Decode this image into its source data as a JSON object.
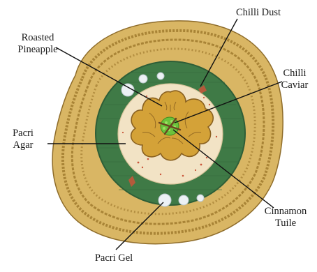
{
  "labels": {
    "chilli_dust": "Chilli Dust",
    "roasted_pineapple_1": "Roasted",
    "roasted_pineapple_2": "Pineapple",
    "chilli_caviar_1": "Chilli",
    "chilli_caviar_2": "Caviar",
    "pacri_agar_1": "Pacri",
    "pacri_agar_2": "Agar",
    "cinnamon_tuile_1": "Cinnamon",
    "cinnamon_tuile_2": "Tuile",
    "pacri_gel": "Pacri Gel"
  },
  "colors": {
    "plate": "#d9b664",
    "plate_dark": "#a98436",
    "leaf": "#3f7a46",
    "leaf_dark": "#2e5e37",
    "cream": "#f2e3c5",
    "pineapple": "#d4a238",
    "pineapple_dark": "#8a6120",
    "caviar": "#6cc23c",
    "chilli": "#c9553a",
    "gel": "#ecf1f4"
  }
}
